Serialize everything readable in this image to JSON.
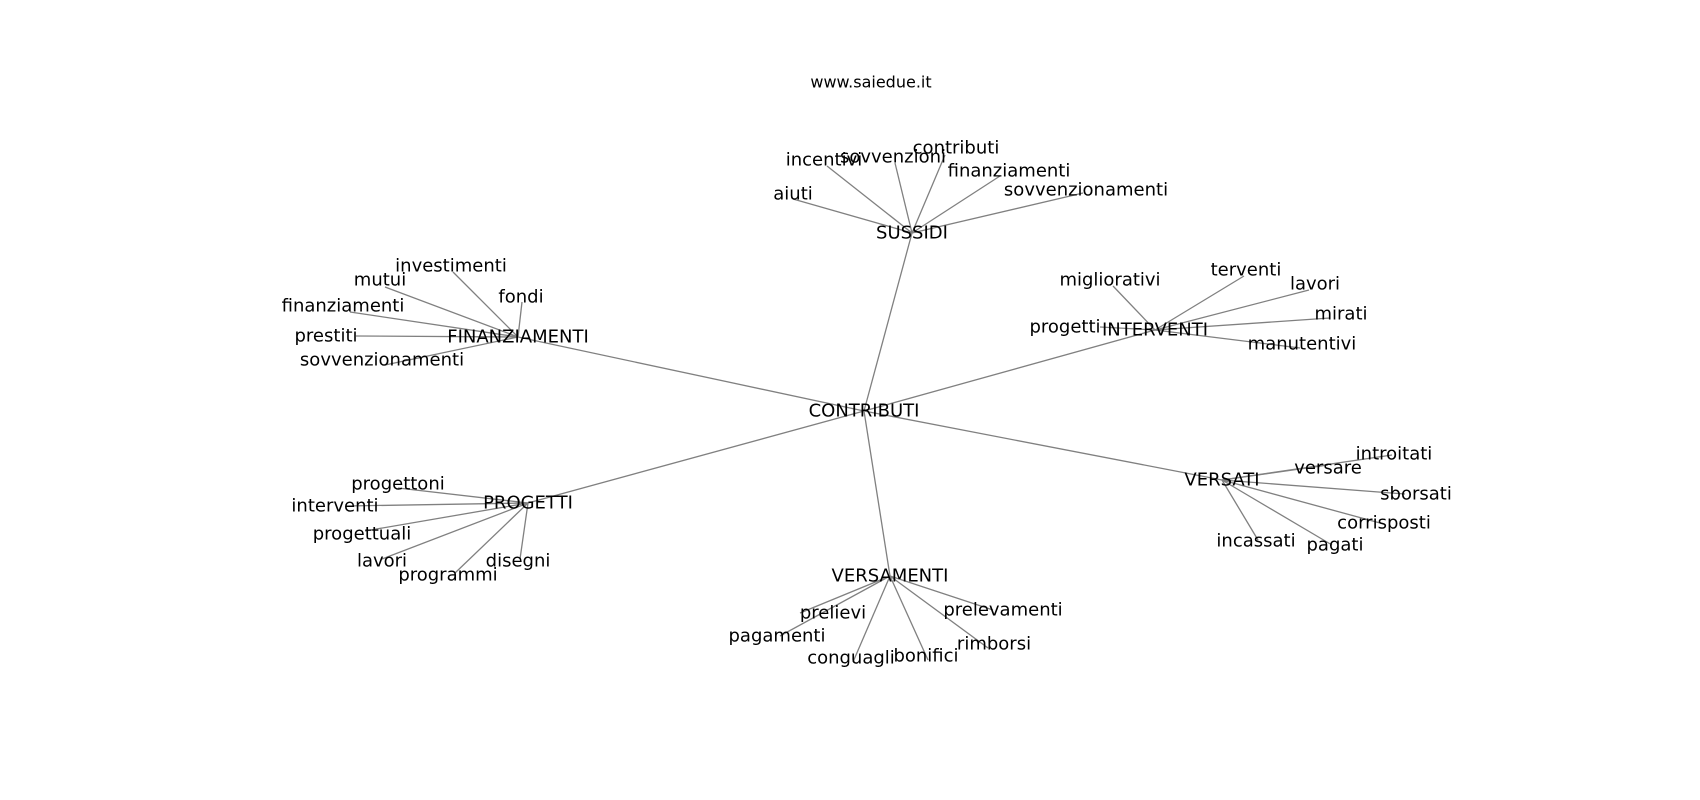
{
  "site": "www.saiedue.it",
  "colors": {
    "edge": "#808080",
    "text": "#000000",
    "background": "#ffffff"
  },
  "graph": {
    "root": "CONTRIBUTI",
    "hubs": [
      {
        "id": "sussidi",
        "label": "SUSSIDI",
        "leaves": [
          "incentivi",
          "sovvenzioni",
          "contributi",
          "finanziamenti",
          "sovvenzionamenti",
          "aiuti"
        ]
      },
      {
        "id": "finanziamenti",
        "label": "FINANZIAMENTI",
        "leaves": [
          "investimenti",
          "mutui",
          "fondi",
          "finanziamenti",
          "prestiti",
          "sovvenzionamenti"
        ]
      },
      {
        "id": "interventi",
        "label": "INTERVENTI",
        "leaves": [
          "migliorativi",
          "terventi",
          "lavori",
          "mirati",
          "progetti",
          "manutentivi"
        ]
      },
      {
        "id": "versati",
        "label": "VERSATI",
        "leaves": [
          "introitati",
          "versare",
          "sborsati",
          "corrisposti",
          "incassati",
          "pagati"
        ]
      },
      {
        "id": "progetti",
        "label": "PROGETTI",
        "leaves": [
          "progettoni",
          "interventi",
          "progettuali",
          "lavori",
          "disegni",
          "programmi"
        ]
      },
      {
        "id": "versamenti",
        "label": "VERSAMENTI",
        "leaves": [
          "prelievi",
          "prelevamenti",
          "pagamenti",
          "rimborsi",
          "bonifici",
          "conguagli"
        ]
      }
    ]
  }
}
